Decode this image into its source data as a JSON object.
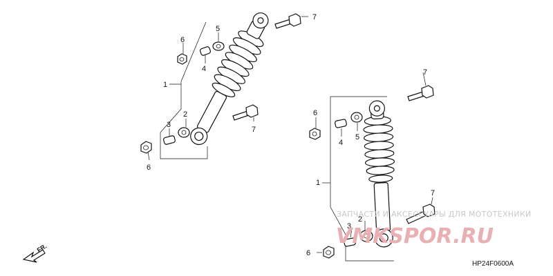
{
  "diagram_code": "HP24F0600A",
  "direction_label": "FR.",
  "watermark": {
    "line1": "ЗАПЧАСТИ И АКСЕССУАРЫ ДЛЯ МОТОТЕХНИКИ",
    "line2": "VMKSPOR.RU"
  },
  "callouts": {
    "c1": "1",
    "c2": "2",
    "c3": "3",
    "c4": "4",
    "c5": "5",
    "c6": "6",
    "c7": "7",
    "c1b": "1",
    "c2b": "2",
    "c3b": "3",
    "c4b": "4",
    "c5b": "5",
    "c6b": "6",
    "c6c": "6",
    "c7b": "7",
    "c7c": "7",
    "c7d": "7"
  }
}
